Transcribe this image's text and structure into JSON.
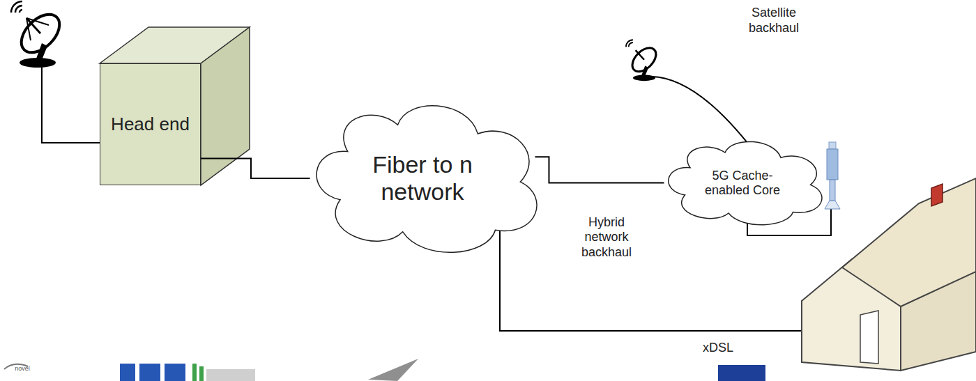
{
  "diagram": {
    "nodes": [
      {
        "text": [
          "Head end"
        ]
      },
      {
        "text": [
          "Fiber to n network"
        ]
      },
      {
        "text": [
          "5G Cache-enabled Core"
        ]
      }
    ],
    "edges": [
      {
        "from": 0,
        "to": 1,
        "arrow": "none"
      },
      {
        "from": 1,
        "to": 2,
        "label": "Hybrid network backhaul",
        "arrow": "none"
      }
    ],
    "labels": [
      "Satellite backhaul",
      "xDSL",
      "novel"
    ]
  }
}
